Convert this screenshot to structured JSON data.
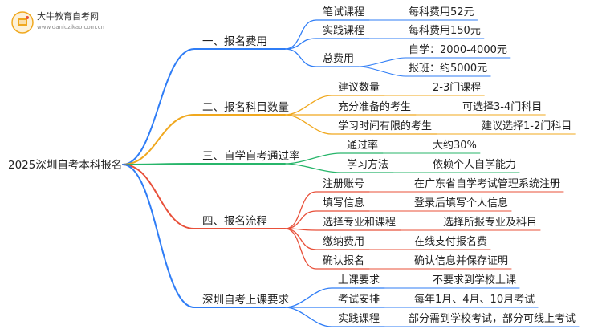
{
  "logo": {
    "title": "大牛教育自考网",
    "url": "www.daniuzikao.com.cn"
  },
  "root": "2025深圳自考本科报名",
  "colors": {
    "blue": "#2f7df6",
    "orange": "#f0a81e",
    "green": "#27b56a",
    "red": "#e8503a",
    "grey": "#7b8aa2"
  },
  "branches": [
    {
      "label": "一、报名费用",
      "color": "blue",
      "children": [
        {
          "label": "笔试课程",
          "leaves": [
            "每科费用52元"
          ]
        },
        {
          "label": "实践课程",
          "leaves": [
            "每科费用150元"
          ]
        },
        {
          "label": "总费用",
          "leaves": [
            "自学：2000-4000元",
            "报班：约5000元"
          ]
        }
      ]
    },
    {
      "label": "二、报名科目数量",
      "color": "orange",
      "children": [
        {
          "label": "建议数量",
          "leaves": [
            "2-3门课程"
          ]
        },
        {
          "label": "充分准备的考生",
          "leaves": [
            "可选择3-4门科目"
          ]
        },
        {
          "label": "学习时间有限的考生",
          "leaves": [
            "建议选择1-2门科目"
          ]
        }
      ]
    },
    {
      "label": "三、自学自考通过率",
      "color": "green",
      "children": [
        {
          "label": "通过率",
          "leaves": [
            "大约30%"
          ]
        },
        {
          "label": "学习方法",
          "leaves": [
            "依赖个人自学能力"
          ]
        }
      ]
    },
    {
      "label": "四、报名流程",
      "color": "red",
      "children": [
        {
          "label": "注册账号",
          "leaves": [
            "在广东省自学考试管理系统注册"
          ]
        },
        {
          "label": "填写信息",
          "leaves": [
            "登录后填写个人信息"
          ]
        },
        {
          "label": "选择专业和课程",
          "leaves": [
            "选择所报专业及科目"
          ]
        },
        {
          "label": "缴纳费用",
          "leaves": [
            "在线支付报名费"
          ]
        },
        {
          "label": "确认报名",
          "leaves": [
            "确认信息并保存证明"
          ]
        }
      ]
    },
    {
      "label": "深圳自考上课要求",
      "color": "blue",
      "children": [
        {
          "label": "上课要求",
          "leaves": [
            "不要求到学校上课"
          ]
        },
        {
          "label": "考试安排",
          "leaves": [
            "每年1月、4月、10月考试"
          ]
        },
        {
          "label": "实践课程",
          "leaves": [
            "部分需到学校考试，部分可线上考试"
          ]
        }
      ]
    }
  ]
}
